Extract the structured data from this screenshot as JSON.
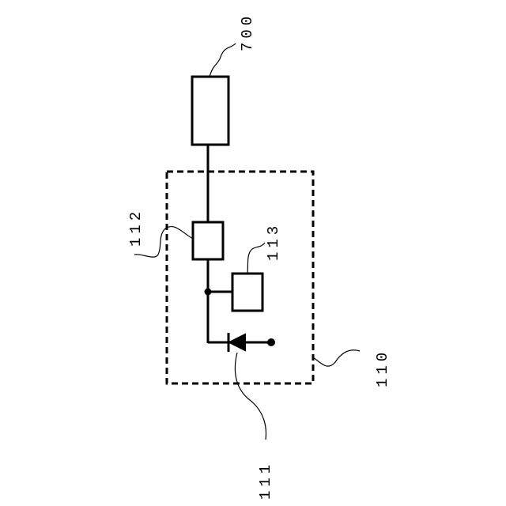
{
  "labels": {
    "device": "700",
    "module": "110",
    "diode": "111",
    "element_112": "112",
    "element_113": "113"
  }
}
